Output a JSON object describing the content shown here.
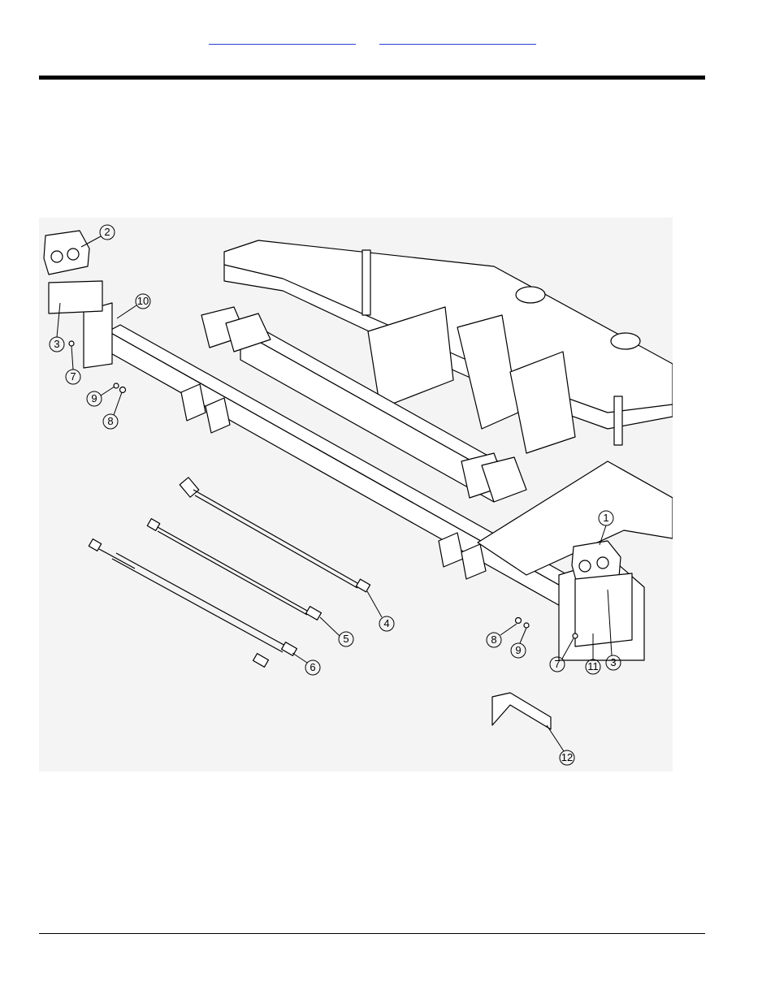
{
  "header": {
    "links": [
      "",
      ""
    ]
  },
  "diagram": {
    "callouts": [
      "2",
      "10",
      "3",
      "7",
      "9",
      "8",
      "1",
      "4",
      "5",
      "6",
      "8",
      "9",
      "7",
      "11",
      "3",
      "12"
    ]
  },
  "colors": {
    "link": "#2a3fd0",
    "rule": "#000000",
    "drawing_bg": "#f4f4f4"
  }
}
